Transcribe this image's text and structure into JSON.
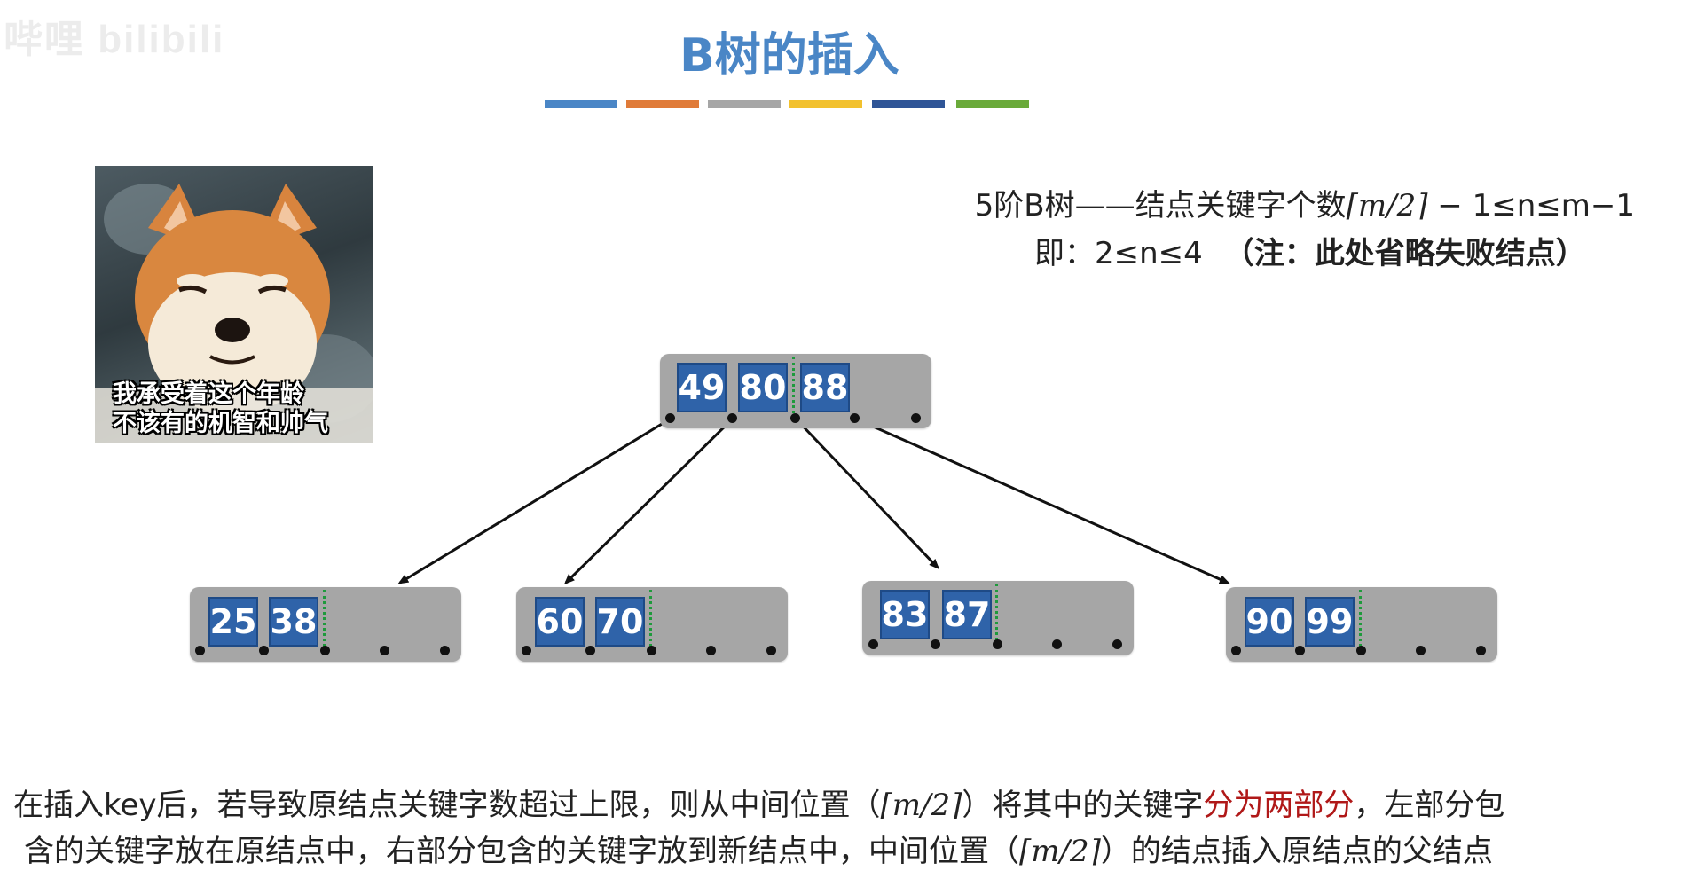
{
  "watermark": "哔哩 bilibili",
  "title": "B树的插入",
  "title_bars": [
    "#4a86c6",
    "#e07b39",
    "#a6a6a6",
    "#f2c12e",
    "#2f5597",
    "#6aaa3a"
  ],
  "photo": {
    "caption_line1": "我承受着这个年龄",
    "caption_line2": "不该有的机智和帅气"
  },
  "rule": {
    "line1_prefix": "5阶B树——结点关键字个数",
    "line1_ceil": "⌈m/2⌉",
    "line1_suffix": " − 1≤n≤m−1",
    "line2_main": "即：2≤n≤4",
    "line2_note": "（注：此处省略失败结点）"
  },
  "tree": {
    "root": [
      "49",
      "80",
      "88"
    ],
    "children": [
      [
        "25",
        "38"
      ],
      [
        "60",
        "70"
      ],
      [
        "83",
        "87"
      ],
      [
        "90",
        "99"
      ]
    ]
  },
  "description": {
    "l1_a": "在插入key后，若导致原结点关键字数超过上限，则从中间位置（",
    "l1_ceil": "⌈m/2⌉",
    "l1_b": "）将其中的关键字",
    "l1_red": "分为两部分",
    "l1_c": "，左部分包",
    "l2_a": "含的关键字放在原结点中，右部分包含的关键字放到新结点中，中间位置（",
    "l2_ceil": "⌈m/2⌉",
    "l2_b": "）的结点插入原结点的父结点"
  }
}
